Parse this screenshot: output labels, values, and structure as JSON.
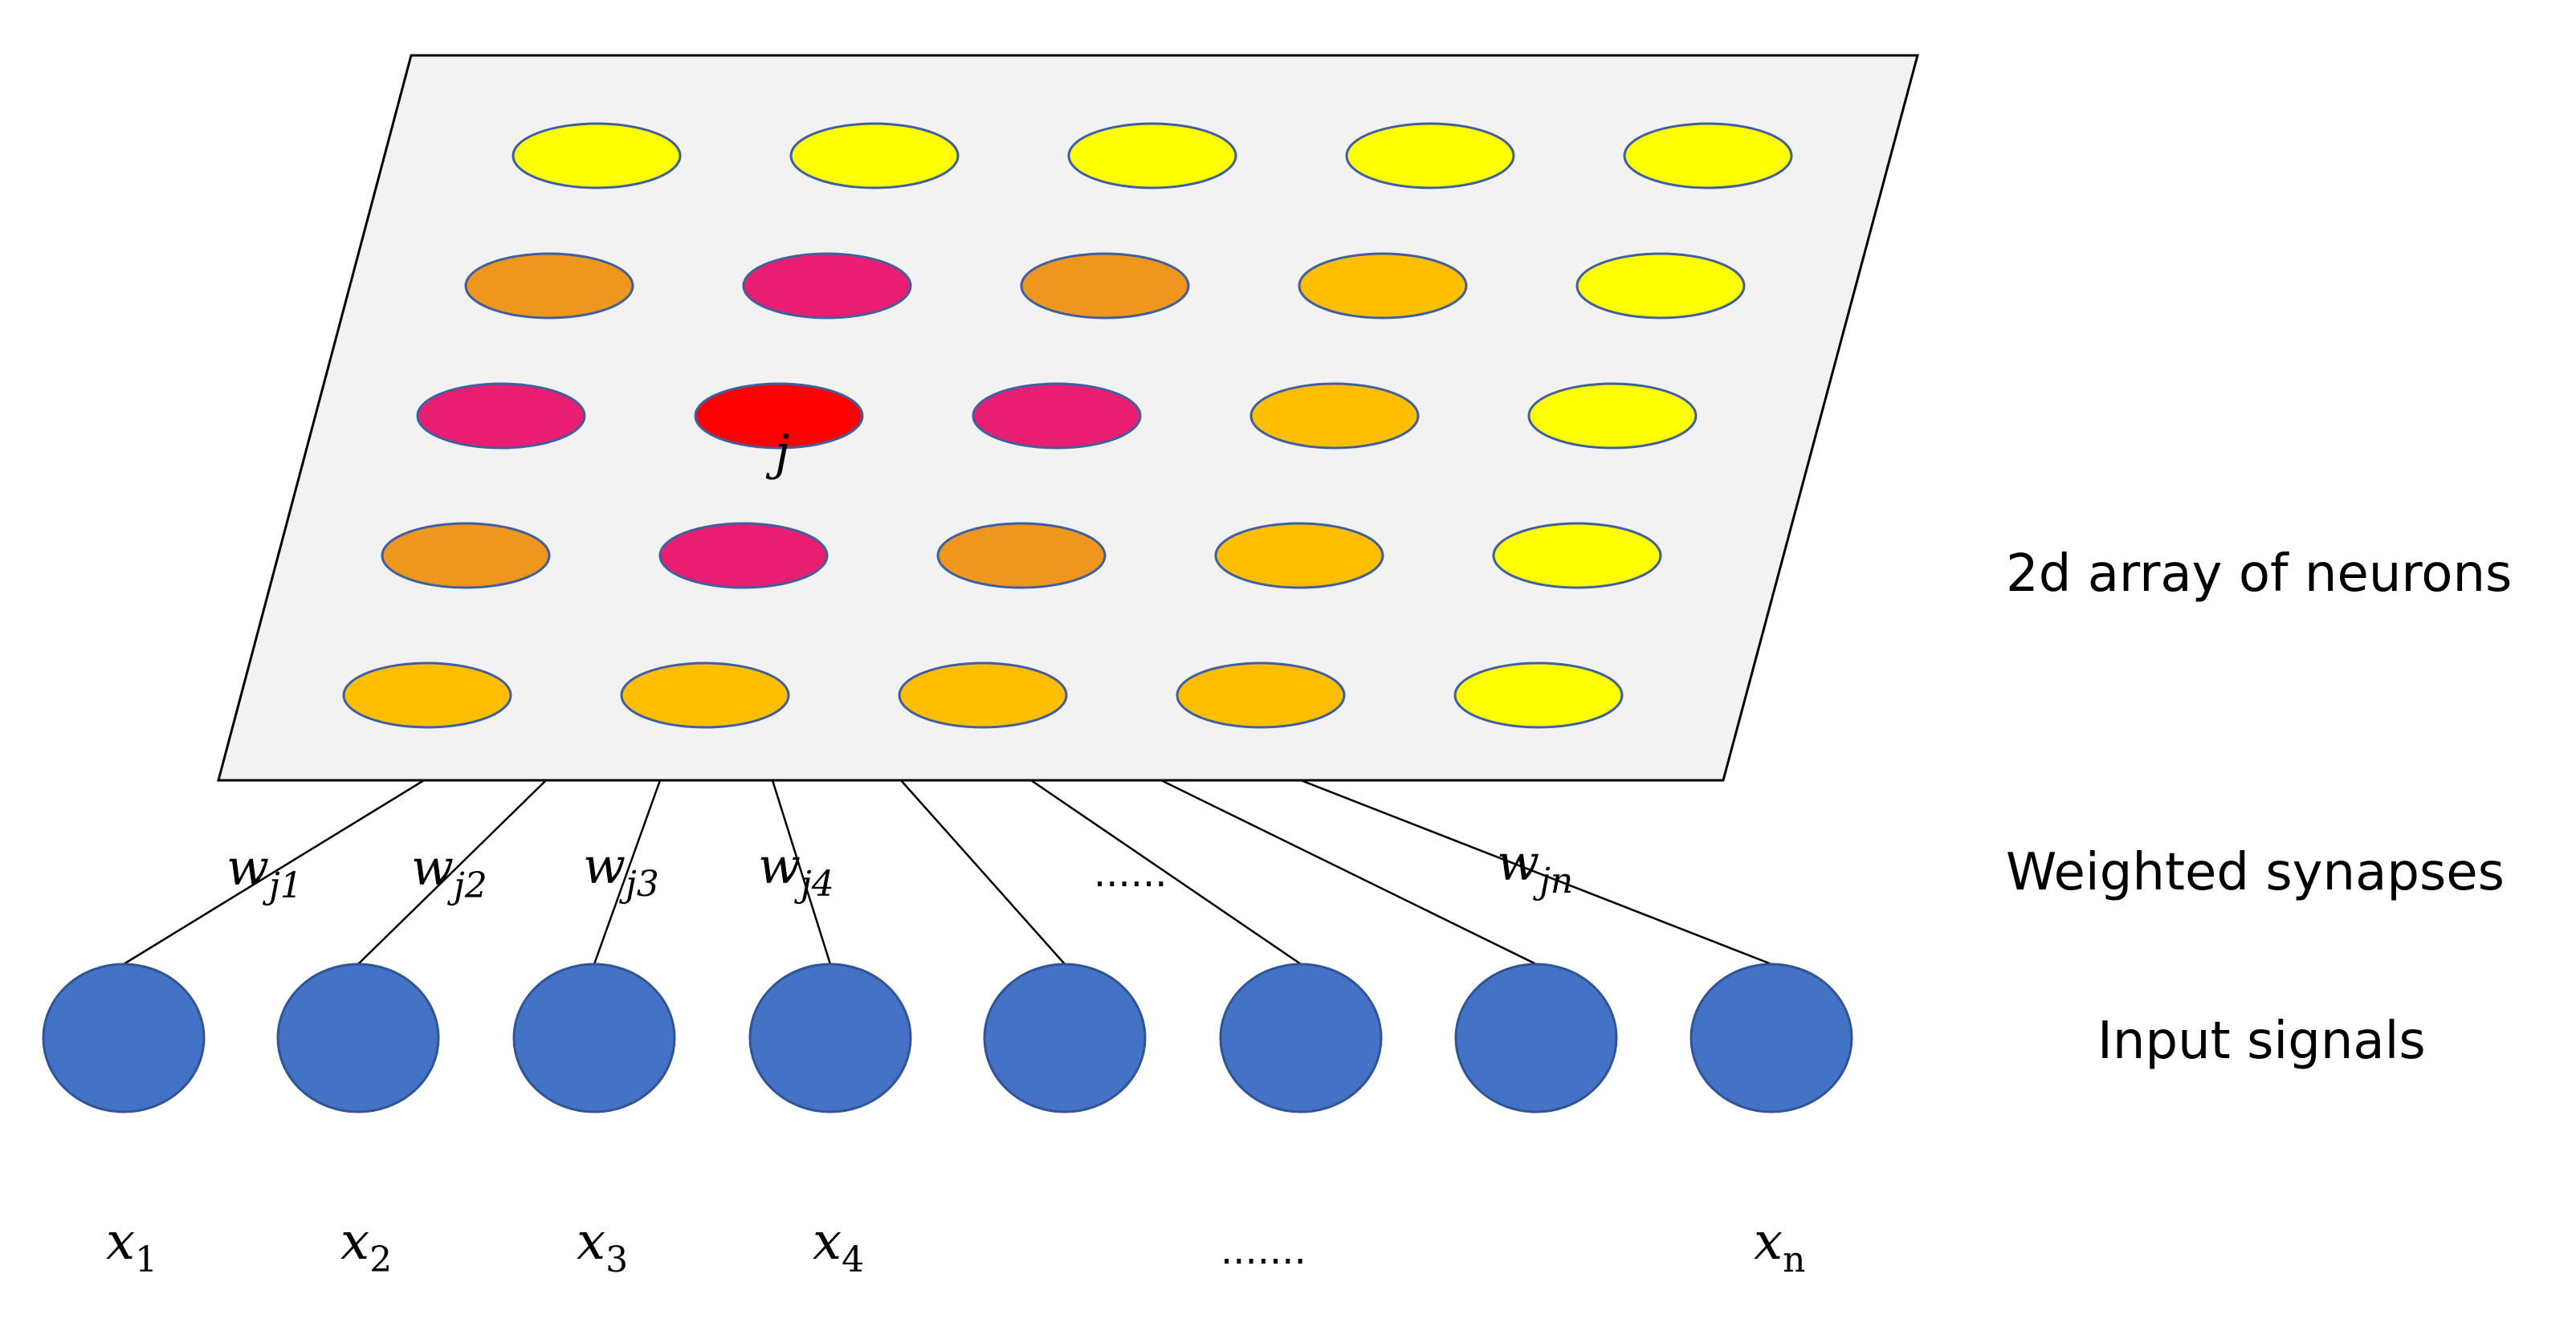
{
  "colors": {
    "background": "#ffffff",
    "plane_fill": "#f2f2f2",
    "plane_stroke": "#000000",
    "synapse_line": "#000000",
    "neuron_outline": "#3f5f9f",
    "input_node": "#4472c4",
    "input_node_stroke": "#2f5597"
  },
  "labels": {
    "array_label": "2d array of neurons",
    "synapses_label": "Weighted synapses",
    "inputs_label": "Input signals"
  },
  "neuron_grid": {
    "rows": [
      [
        "#ffff00",
        "#ffff00",
        "#ffff00",
        "#ffff00",
        "#ffff00"
      ],
      [
        "#ee961e",
        "#e91e73",
        "#ee961e",
        "#ffbf00",
        "#ffff00"
      ],
      [
        "#e91e73",
        "#ff0000",
        "#e91e73",
        "#ffbf00",
        "#ffff00"
      ],
      [
        "#ee961e",
        "#e91e73",
        "#ee961e",
        "#ffbf00",
        "#ffff00"
      ],
      [
        "#ffbf00",
        "#ffbf00",
        "#ffbf00",
        "#ffbf00",
        "#ffff00"
      ]
    ],
    "highlight": {
      "row": 2,
      "col": 1,
      "label": "j"
    }
  },
  "inputs": [
    {
      "name": "x",
      "sub": "1"
    },
    {
      "name": "x",
      "sub": "2"
    },
    {
      "name": "x",
      "sub": "3"
    },
    {
      "name": "x",
      "sub": "4"
    },
    {
      "name": "",
      "sub": ""
    },
    {
      "name": "",
      "sub": ""
    },
    {
      "name": "",
      "sub": ""
    },
    {
      "name": "x",
      "sub": "n"
    }
  ],
  "inputs_ellipsis": ".......",
  "weights": [
    {
      "name": "w",
      "sub": "j1"
    },
    {
      "name": "w",
      "sub": "j2"
    },
    {
      "name": "w",
      "sub": "j3"
    },
    {
      "name": "w",
      "sub": "j4"
    },
    {
      "name": "w",
      "sub": "jn"
    }
  ],
  "weights_ellipsis": "......"
}
